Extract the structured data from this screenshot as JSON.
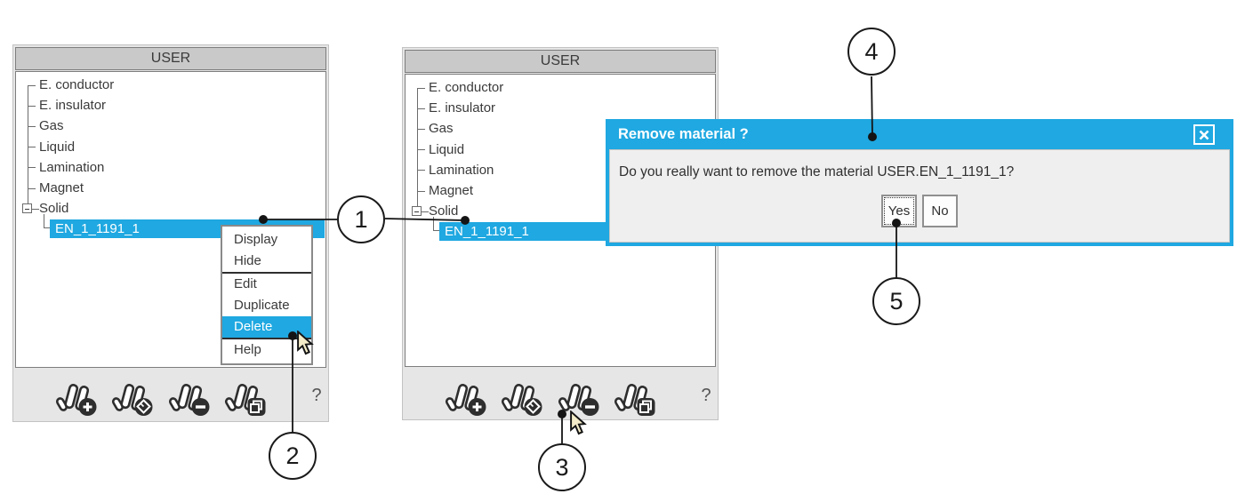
{
  "colors": {
    "accent": "#1FA8E1",
    "panel_bg": "#e6e6e6",
    "titlebar_bg": "#c9c9c9",
    "selection": "#1FA8E1"
  },
  "panels": {
    "title": "USER",
    "tree": [
      "E. conductor",
      "E. insulator",
      "Gas",
      "Liquid",
      "Lamination",
      "Magnet",
      "Solid"
    ],
    "child": "EN_1_1191_1",
    "toolbar": {
      "help": "?",
      "icons": [
        "add-material-icon",
        "edit-material-icon",
        "remove-material-icon",
        "duplicate-material-icon"
      ]
    }
  },
  "context_menu": {
    "items": [
      "Display",
      "Hide",
      "Edit",
      "Duplicate",
      "Delete",
      "Help"
    ],
    "highlighted": "Delete"
  },
  "dialog": {
    "title": "Remove material ?",
    "message": "Do you really want to remove the material USER.EN_1_1191_1?",
    "yes": "Yes",
    "no": "No"
  },
  "callouts": [
    "1",
    "2",
    "3",
    "4",
    "5"
  ]
}
